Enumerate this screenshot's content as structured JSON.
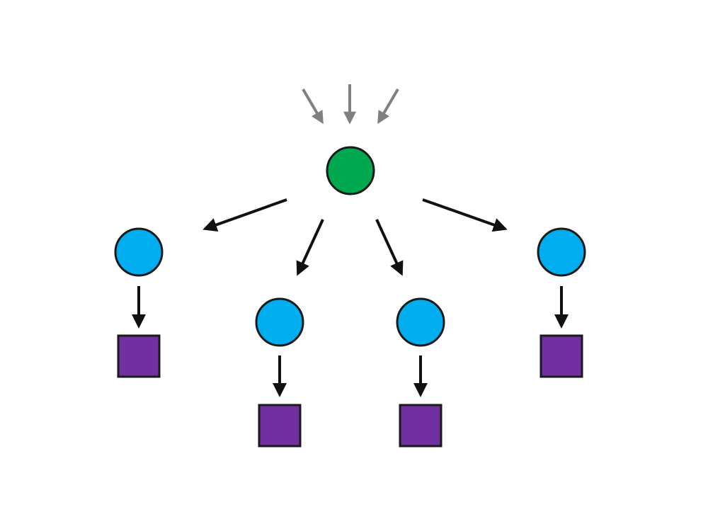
{
  "diagram": {
    "colors": {
      "background": "#ffffff",
      "root_fill": "#00a94f",
      "child_fill": "#00aeef",
      "leaf_fill": "#7030a0",
      "outline": "#1a1a1a",
      "edge": "#111111",
      "input_edge": "#808080"
    },
    "nodes": [
      {
        "id": "root",
        "shape": "circle",
        "kind": "root"
      },
      {
        "id": "child-1",
        "shape": "circle",
        "kind": "child"
      },
      {
        "id": "child-2",
        "shape": "circle",
        "kind": "child"
      },
      {
        "id": "child-3",
        "shape": "circle",
        "kind": "child"
      },
      {
        "id": "child-4",
        "shape": "circle",
        "kind": "child"
      },
      {
        "id": "leaf-1",
        "shape": "square",
        "kind": "leaf"
      },
      {
        "id": "leaf-2",
        "shape": "square",
        "kind": "leaf"
      },
      {
        "id": "leaf-3",
        "shape": "square",
        "kind": "leaf"
      },
      {
        "id": "leaf-4",
        "shape": "square",
        "kind": "leaf"
      }
    ],
    "edges": [
      {
        "from": "external",
        "to": "root",
        "style": "input"
      },
      {
        "from": "external",
        "to": "root",
        "style": "input"
      },
      {
        "from": "external",
        "to": "root",
        "style": "input"
      },
      {
        "from": "root",
        "to": "child-1",
        "style": "main"
      },
      {
        "from": "root",
        "to": "child-2",
        "style": "main"
      },
      {
        "from": "root",
        "to": "child-3",
        "style": "main"
      },
      {
        "from": "root",
        "to": "child-4",
        "style": "main"
      },
      {
        "from": "child-1",
        "to": "leaf-1",
        "style": "main"
      },
      {
        "from": "child-2",
        "to": "leaf-2",
        "style": "main"
      },
      {
        "from": "child-3",
        "to": "leaf-3",
        "style": "main"
      },
      {
        "from": "child-4",
        "to": "leaf-4",
        "style": "main"
      }
    ]
  }
}
